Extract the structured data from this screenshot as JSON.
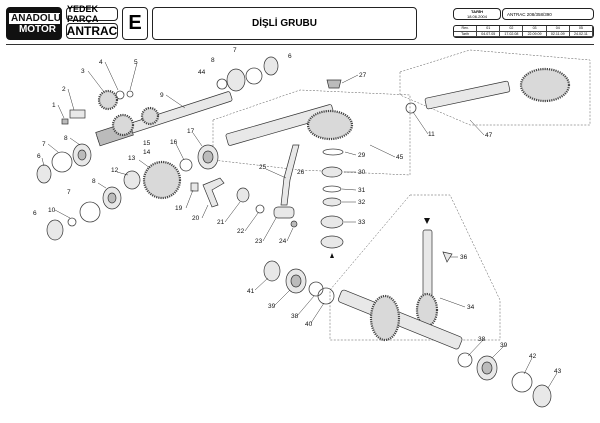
{
  "header": {
    "brand_line1": "ANADOLU",
    "brand_line2": "MOTOR",
    "spare_parts": "YEDEK PARÇA",
    "product": "ANTRAC",
    "section_letter": "E",
    "title": "DİŞLİ GRUBU",
    "date_label": "TARİH",
    "date_value": "18.06.2004",
    "model": "ANTRAC 208/358/390",
    "revisions": {
      "rev_label": "Rev.",
      "date_label": "Tarih",
      "numbers": [
        "01",
        "02",
        "03",
        "04",
        "05"
      ],
      "dates": [
        "04.07.05",
        "17.02.08",
        "22.09.09",
        "02.11.09",
        "24.02.11"
      ]
    }
  },
  "part_labels": [
    "1",
    "2",
    "3",
    "4",
    "5",
    "6",
    "7",
    "8",
    "44",
    "9",
    "7",
    "8",
    "6",
    "15",
    "14",
    "13",
    "16",
    "17",
    "12",
    "8",
    "7",
    "19",
    "20",
    "21",
    "22",
    "23",
    "24",
    "25",
    "10",
    "6",
    "27",
    "26",
    "29",
    "30",
    "31",
    "32",
    "33",
    "45",
    "11",
    "47",
    "36",
    "34",
    "41",
    "39",
    "38",
    "40",
    "38",
    "39",
    "42",
    "43"
  ]
}
